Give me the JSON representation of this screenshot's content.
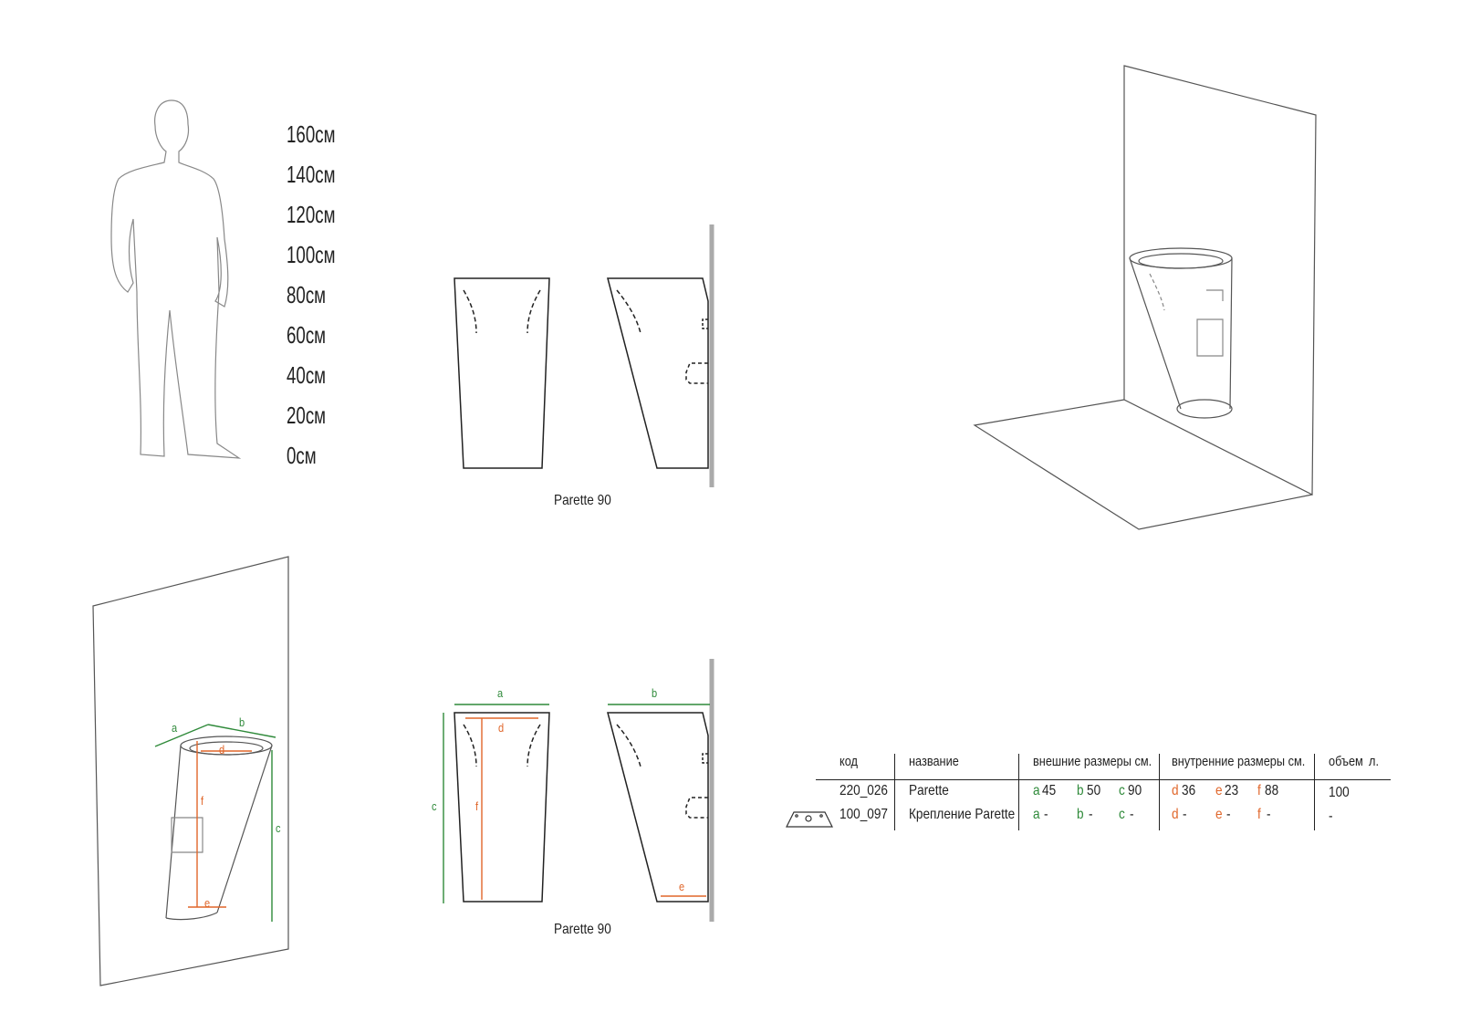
{
  "height_scale": [
    "160см",
    "140см",
    "120см",
    "100см",
    "80см",
    "60см",
    "40см",
    "20см",
    "0см"
  ],
  "captions": {
    "top": "Parette 90",
    "bottom": "Parette 90"
  },
  "dimension_letters": {
    "a": "a",
    "b": "b",
    "c": "c",
    "d": "d",
    "e": "e",
    "f": "f"
  },
  "table": {
    "headers": {
      "code": "код",
      "name": "название",
      "outer": "внешние размеры см.",
      "inner": "внутренние размеры см.",
      "volume": "объем",
      "volume_unit": "л."
    },
    "rows": [
      {
        "code": "220_026",
        "name": "Parette",
        "a_label": "a",
        "a": "45",
        "b_label": "b",
        "b": "50",
        "c_label": "c",
        "c": "90",
        "d_label": "d",
        "d": "36",
        "e_label": "e",
        "e": "23",
        "f_label": "f",
        "f": "88",
        "volume": "100"
      },
      {
        "code": "100_097",
        "name": "Крепление Parette",
        "a_label": "a",
        "a": "-",
        "b_label": "b",
        "b": "-",
        "c_label": "c",
        "c": "-",
        "d_label": "d",
        "d": "-",
        "e_label": "e",
        "e": "-",
        "f_label": "f",
        "f": "-",
        "volume": "-"
      }
    ]
  },
  "colors": {
    "outer_dims": "#2f8a3a",
    "inner_dims": "#e0662a",
    "line": "#333333",
    "wall": "#999999"
  }
}
